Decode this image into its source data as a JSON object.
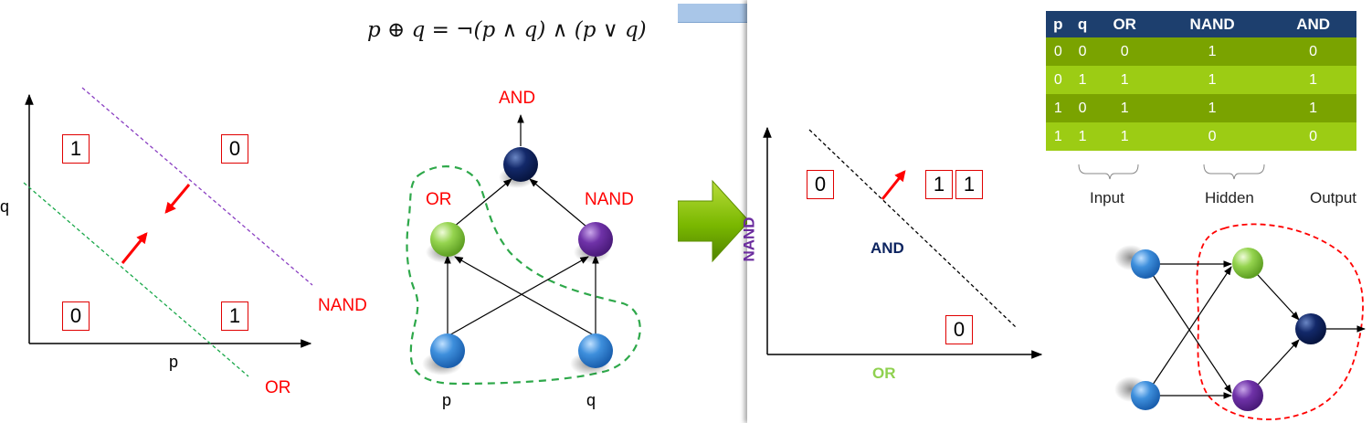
{
  "formula": "p ⊕ q = ¬(p ∧ q) ∧ (p ∨ q)",
  "plot1": {
    "xlabel": "p",
    "ylabel": "q",
    "boxes": {
      "top_left": "1",
      "top_right": "0",
      "bottom_left": "0",
      "bottom_right": "1"
    },
    "nand_label": "NAND",
    "or_label": "OR"
  },
  "network1": {
    "output_label": "AND",
    "hidden_left_label": "OR",
    "hidden_right_label": "NAND",
    "input_left_label": "p",
    "input_right_label": "q"
  },
  "plot2": {
    "xlabel": "OR",
    "ylabel": "NAND",
    "line_label": "AND",
    "box_left": "0",
    "box_pair_a": "1",
    "box_pair_b": "1",
    "box_bottom": "0"
  },
  "truth_table": {
    "headers": [
      "p",
      "q",
      "OR",
      "NAND",
      "AND"
    ],
    "rows": [
      [
        "0",
        "0",
        "0",
        "1",
        "0"
      ],
      [
        "0",
        "1",
        "1",
        "1",
        "1"
      ],
      [
        "1",
        "0",
        "1",
        "1",
        "1"
      ],
      [
        "1",
        "1",
        "1",
        "0",
        "0"
      ]
    ],
    "groups": {
      "input": "Input",
      "hidden": "Hidden",
      "output": "Output"
    }
  },
  "colors": {
    "red": "#ff0000",
    "dark_blue": "#0d2460",
    "blue_node": "#3a8ad6",
    "green_node": "#8fd14f",
    "purple_node": "#6b2c9e",
    "green_arrow": "#7ab800",
    "table_header": "#1d3f6e",
    "table_row_dark": "#7aa300",
    "table_row_light": "#9ccc14"
  }
}
